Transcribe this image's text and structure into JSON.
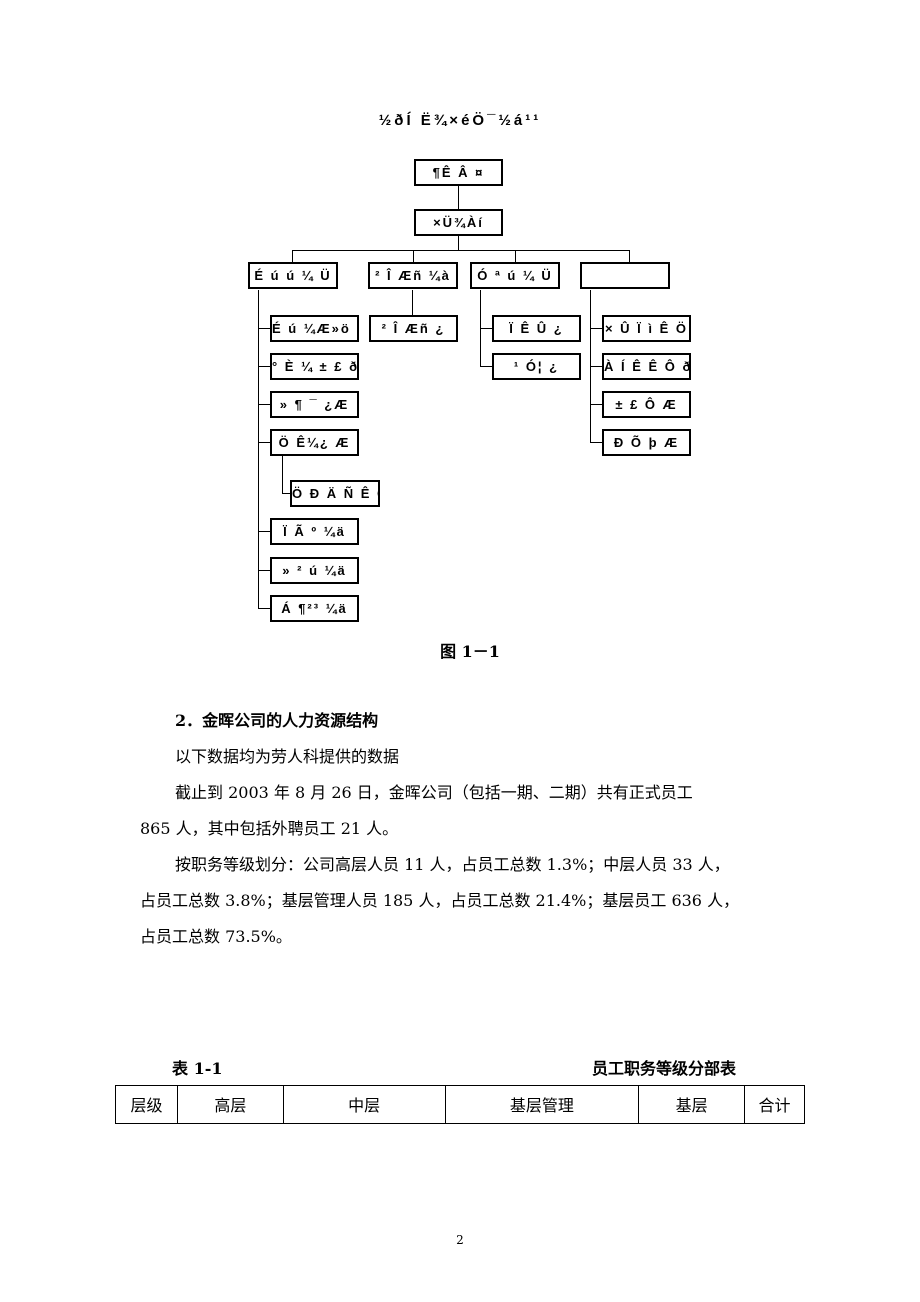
{
  "org_chart": {
    "title": "½ðÍ Ë¾×éÖ¯½á¹¹",
    "root": "¶Ê Â ¤",
    "level2": "×Ü¾Àí",
    "branches": [
      {
        "label": "É ú ú ¼ Ü",
        "children": [
          "É ú ¼Æ»ö ð",
          "° È ¼ ± £ ð",
          "» ¶ ¯ ¿Æ",
          "Ö Ê¼¿ Æ",
          "Ï Ã º ¼ä",
          "» ² ú ¼ä",
          "Á ¶²³ ¼ä"
        ],
        "subchild": "Ö Ð Ä Ñ Ê Ò"
      },
      {
        "label": "² Î Æñ ¼à",
        "children": [
          "² Î Æñ ¿"
        ]
      },
      {
        "label": "Ó ª ú ¼ Ü",
        "children": [
          "Ï Ê Û ¿",
          "¹ Ó¦ ¿"
        ]
      },
      {
        "label": "",
        "children": [
          "× Û Ï ì Ê Ö",
          "À Í Ê Ê Ô ð",
          "± £ Ô Æ",
          "Ð Õ þ Æ"
        ]
      }
    ]
  },
  "figure_caption": "图 1－1",
  "section": {
    "heading": "2．金晖公司的人力资源结构",
    "lines": [
      "以下数据均为劳人科提供的数据",
      "截止到 2003 年 8 月 26 日，金晖公司（包括一期、二期）共有正式员工",
      "865 人，其中包括外聘员工 21 人。",
      "按职务等级划分：公司高层人员 11 人，占员工总数 1.3%；中层人员 33 人，",
      "占员工总数 3.8%；基层管理人员 185 人，占员工总数 21.4%；基层员工 636 人，",
      "占员工总数 73.5%。"
    ]
  },
  "table": {
    "number": "表 1-1",
    "title": "员工职务等级分部表",
    "headers": [
      "层级",
      "高层",
      "中层",
      "基层管理",
      "基层",
      "合计"
    ]
  },
  "page_number": "2"
}
